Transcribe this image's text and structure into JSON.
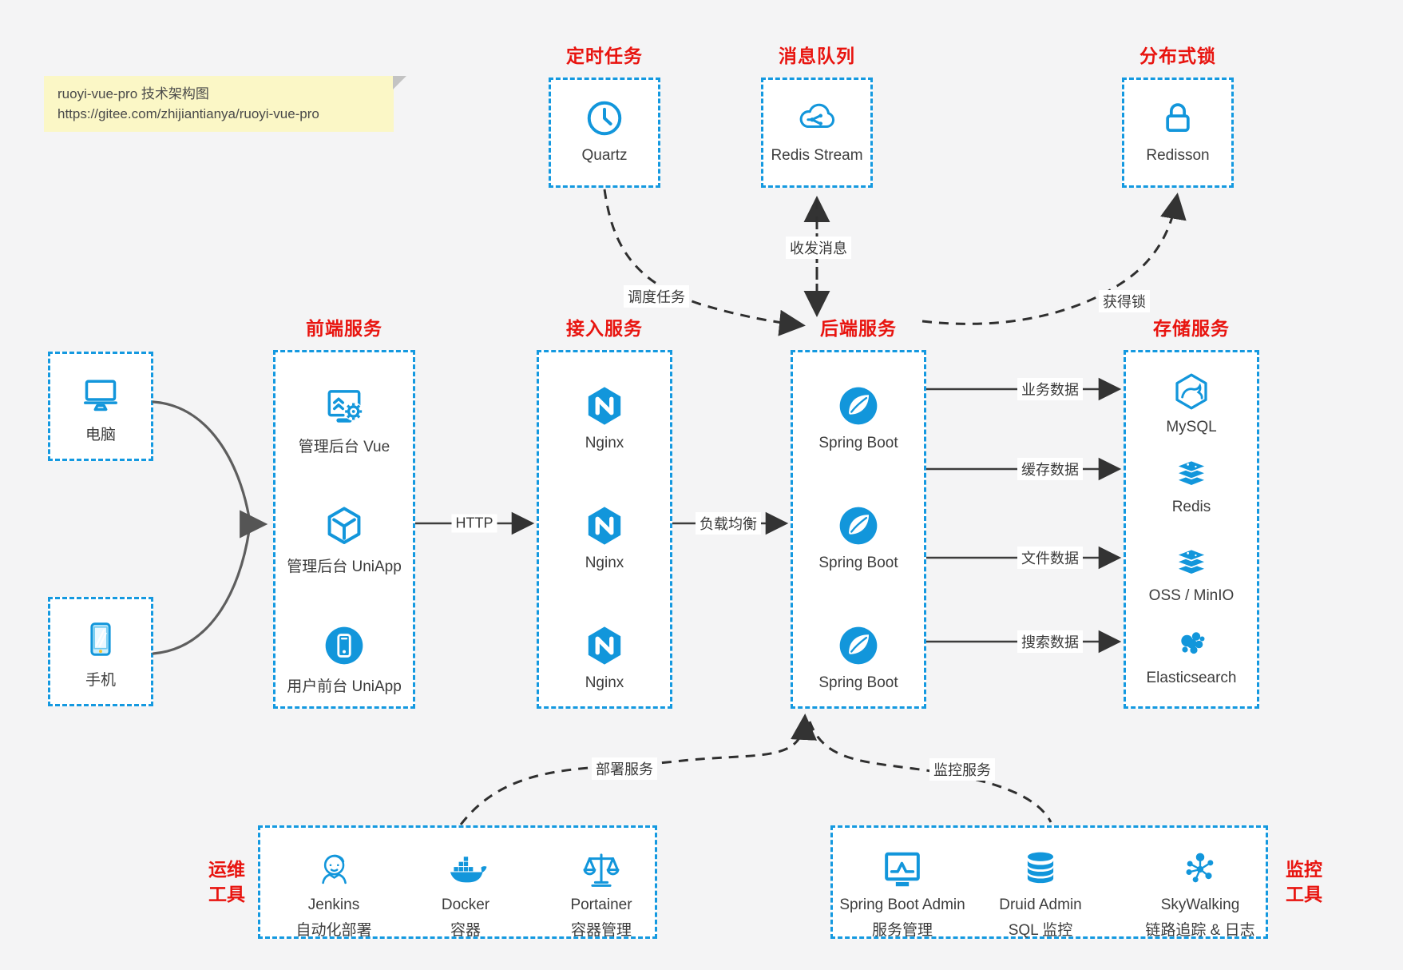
{
  "colors": {
    "blue": "#1296db",
    "border_blue": "#1499e0",
    "red": "#e8140f",
    "line_dark": "#333333",
    "line_gray": "#5e5e5e",
    "note_bg": "#fbf7c6",
    "page_bg": "#f4f4f5"
  },
  "note": {
    "line1": "ruoyi-vue-pro 技术架构图",
    "line2": "https://gitee.com/zhijiantianya/ruoyi-vue-pro"
  },
  "sections": {
    "scheduler": {
      "title": "定时任务",
      "item": "Quartz"
    },
    "mq": {
      "title": "消息队列",
      "item": "Redis Stream"
    },
    "lock": {
      "title": "分布式锁",
      "item": "Redisson"
    },
    "clients": {
      "computer": "电脑",
      "phone": "手机"
    },
    "frontend": {
      "title": "前端服务",
      "items": [
        "管理后台 Vue",
        "管理后台 UniApp",
        "用户前台 UniApp"
      ]
    },
    "gateway": {
      "title": "接入服务",
      "items": [
        "Nginx",
        "Nginx",
        "Nginx"
      ]
    },
    "backend": {
      "title": "后端服务",
      "items": [
        "Spring Boot",
        "Spring Boot",
        "Spring Boot"
      ]
    },
    "storage": {
      "title": "存储服务",
      "items": [
        "MySQL",
        "Redis",
        "OSS / MinIO",
        "Elasticsearch"
      ]
    },
    "ops": {
      "title": [
        "运维",
        "工具"
      ],
      "items": [
        {
          "name": "Jenkins",
          "desc": "自动化部署"
        },
        {
          "name": "Docker",
          "desc": "容器"
        },
        {
          "name": "Portainer",
          "desc": "容器管理"
        }
      ]
    },
    "monitoring": {
      "title": [
        "监控",
        "工具"
      ],
      "items": [
        {
          "name": "Spring Boot Admin",
          "desc": "服务管理"
        },
        {
          "name": "Druid Admin",
          "desc": "SQL 监控"
        },
        {
          "name": "SkyWalking",
          "desc": "链路追踪 & 日志"
        }
      ]
    }
  },
  "edges": {
    "http": "HTTP",
    "load_balance": "负载均衡",
    "business_data": "业务数据",
    "cache_data": "缓存数据",
    "file_data": "文件数据",
    "search_data": "搜索数据",
    "schedule_task": "调度任务",
    "send_receive_message": "收发消息",
    "acquire_lock": "获得锁",
    "deploy_service": "部署服务",
    "monitor_service": "监控服务"
  }
}
